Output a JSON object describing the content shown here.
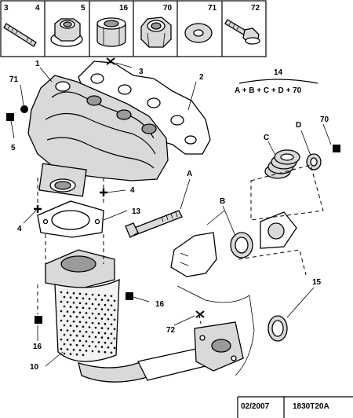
{
  "parts_header": [
    {
      "ref": "3",
      "icon": "stud-icon"
    },
    {
      "ref": "4",
      "icon": "none"
    },
    {
      "ref": "5",
      "icon": "flange-nut-icon"
    },
    {
      "ref": "16",
      "icon": "spacer-sleeve-icon"
    },
    {
      "ref": "70",
      "icon": "nut-icon"
    },
    {
      "ref": "71",
      "icon": "washer-icon"
    },
    {
      "ref": "72",
      "icon": "bolt-icon"
    }
  ],
  "kit": {
    "ref": "14",
    "formula": "A + B + C + D + 70"
  },
  "callouts": {
    "c1": "1",
    "c2": "2",
    "c3": "3",
    "c71": "71",
    "c5": "5",
    "c4a": "4",
    "c4b": "4",
    "c13": "13",
    "cA": "A",
    "cB": "B",
    "cC": "C",
    "cD": "D",
    "c70": "70",
    "c15": "15",
    "c16a": "16",
    "c16b": "16",
    "c72": "72",
    "c10": "10"
  },
  "footer": {
    "date": "02/2007",
    "reference": "1830T20A"
  }
}
